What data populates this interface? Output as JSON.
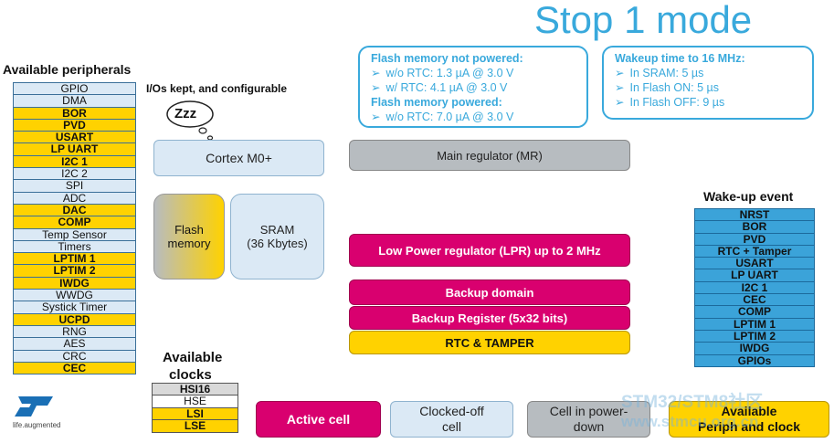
{
  "title": "Stop 1 mode",
  "peripherals": {
    "heading": "Available peripherals",
    "items": [
      {
        "label": "GPIO",
        "style": "light"
      },
      {
        "label": "DMA",
        "style": "light"
      },
      {
        "label": "BOR",
        "style": "yellow"
      },
      {
        "label": "PVD",
        "style": "yellow"
      },
      {
        "label": "USART",
        "style": "yellow"
      },
      {
        "label": "LP UART",
        "style": "yellow"
      },
      {
        "label": "I2C 1",
        "style": "yellow"
      },
      {
        "label": "I2C 2",
        "style": "light"
      },
      {
        "label": "SPI",
        "style": "light"
      },
      {
        "label": "ADC",
        "style": "light"
      },
      {
        "label": "DAC",
        "style": "yellow"
      },
      {
        "label": "COMP",
        "style": "yellow"
      },
      {
        "label": "Temp Sensor",
        "style": "light"
      },
      {
        "label": "Timers",
        "style": "light"
      },
      {
        "label": "LPTIM 1",
        "style": "yellow"
      },
      {
        "label": "LPTIM 2",
        "style": "yellow"
      },
      {
        "label": "IWDG",
        "style": "yellow"
      },
      {
        "label": "WWDG",
        "style": "light"
      },
      {
        "label": "Systick Timer",
        "style": "light"
      },
      {
        "label": "UCPD",
        "style": "yellow"
      },
      {
        "label": "RNG",
        "style": "light"
      },
      {
        "label": "AES",
        "style": "light"
      },
      {
        "label": "CRC",
        "style": "light"
      },
      {
        "label": "CEC",
        "style": "yellow"
      }
    ]
  },
  "io_note": "I/Os kept, and configurable",
  "sleep_bubble": "Zzz",
  "cortex": "Cortex M0+",
  "flash": {
    "line1": "Flash",
    "line2": "memory"
  },
  "sram": {
    "line1": "SRAM",
    "line2": "(36 Kbytes)"
  },
  "main_regulator": "Main regulator (MR)",
  "lpr": "Low Power regulator (LPR) up to 2 MHz",
  "backup_domain": "Backup domain",
  "backup_register": "Backup Register (5x32 bits)",
  "rtc_tamper": "RTC & TAMPER",
  "flash_info": {
    "h1": "Flash memory  not powered:",
    "l1": "w/o RTC: 1.3 µA @ 3.0 V",
    "l2": "w/  RTC: 4.1 µA @ 3.0 V",
    "h2": "Flash memory  powered:",
    "l3": "w/o RTC: 7.0 µA @ 3.0 V"
  },
  "wakeup_info": {
    "h": "Wakeup time to 16 MHz:",
    "l1": "In SRAM:   5 µs",
    "l2": "In Flash ON:  5 µs",
    "l3": "In Flash OFF: 9 µs"
  },
  "wakeup": {
    "heading": "Wake-up event",
    "items": [
      "NRST",
      "BOR",
      "PVD",
      "RTC + Tamper",
      "USART",
      "LP UART",
      "I2C 1",
      "CEC",
      "COMP",
      "LPTIM 1",
      "LPTIM 2",
      "IWDG",
      "GPIOs"
    ]
  },
  "clocks": {
    "heading1": "Available",
    "heading2": "clocks",
    "items": [
      {
        "label": "HSI16",
        "style": "grey"
      },
      {
        "label": "HSE",
        "style": "white"
      },
      {
        "label": "LSI",
        "style": "yellow"
      },
      {
        "label": "LSE",
        "style": "yellow"
      }
    ]
  },
  "legend": {
    "active": "Active cell",
    "clocked_off": {
      "line1": "Clocked-off",
      "line2": "cell"
    },
    "power_down": {
      "line1": "Cell in power-",
      "line2": "down"
    },
    "available": {
      "line1": "Available",
      "line2": "Periph and clock"
    }
  },
  "logo": {
    "text": "ST",
    "tagline": "life.augmented"
  },
  "watermark": {
    "line1": "STM32/STM8社区",
    "line2": "www.stmcu.org.cn"
  },
  "colors": {
    "accent": "#39a9dc",
    "magenta": "#d9006f",
    "yellow": "#ffd200",
    "light": "#dbe9f5",
    "grey": "#b7bcc0"
  }
}
